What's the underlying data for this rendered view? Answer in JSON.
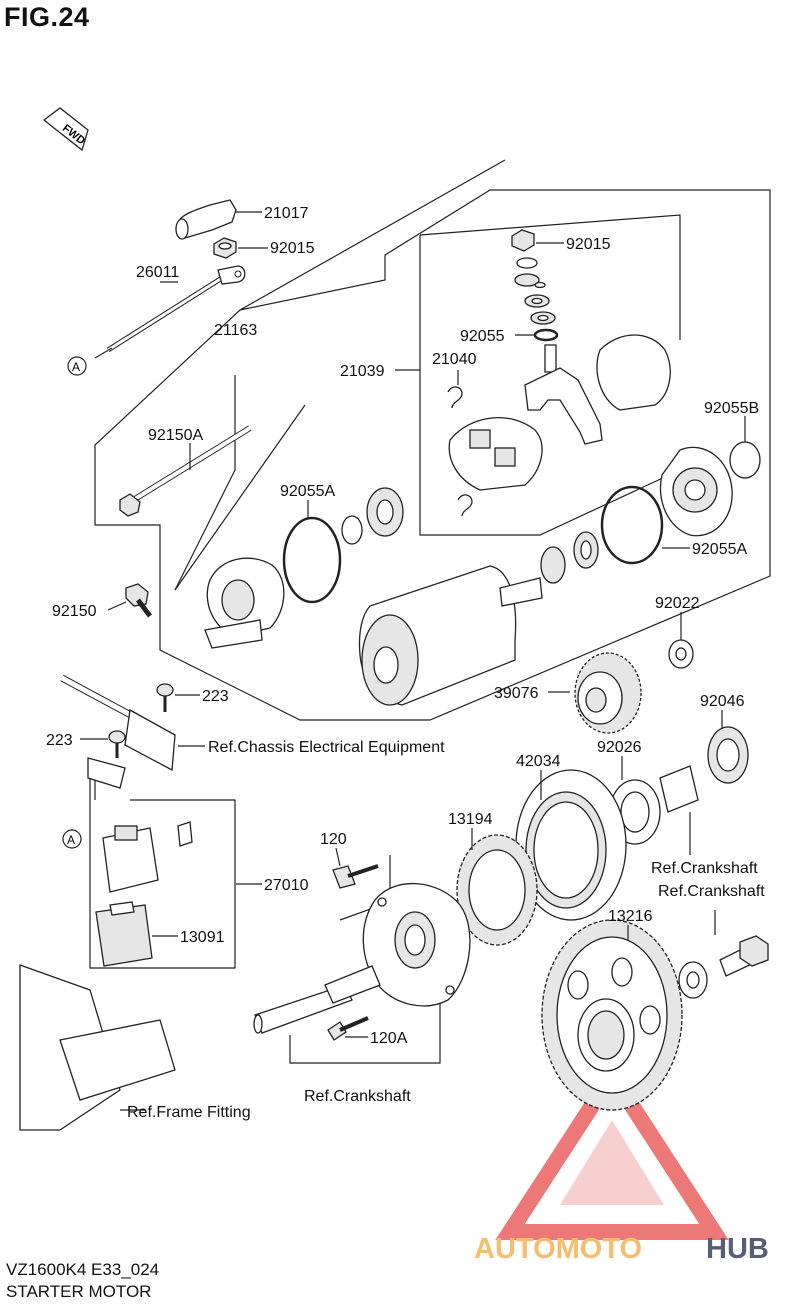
{
  "figure": {
    "title": "FIG.24",
    "model_code": "VZ1600K4 E33_024",
    "name": "STARTER MOTOR"
  },
  "fwd_label": "FWD",
  "ref_marker": "A",
  "part_labels": [
    "21017",
    "92015",
    "26011",
    "21163",
    "92015",
    "92055",
    "21040",
    "21039",
    "92055B",
    "92150A",
    "92055A",
    "92055A",
    "92150",
    "92022",
    "223",
    "223",
    "39076",
    "92046",
    "42034",
    "92026",
    "120",
    "13194",
    "27010",
    "13091",
    "13216",
    "120A"
  ],
  "ref_labels": [
    "Ref.Chassis Electrical Equipment",
    "Ref.Crankshaft",
    "Ref.Crankshaft",
    "Ref.Crankshaft",
    "Ref.Frame Fitting"
  ],
  "watermark": {
    "text_a": "AUTOMOTO",
    "text_b": "HUB",
    "color_a": "#f4a640",
    "color_b": "#1e2a4a",
    "logo_color": "#e84c4c"
  }
}
